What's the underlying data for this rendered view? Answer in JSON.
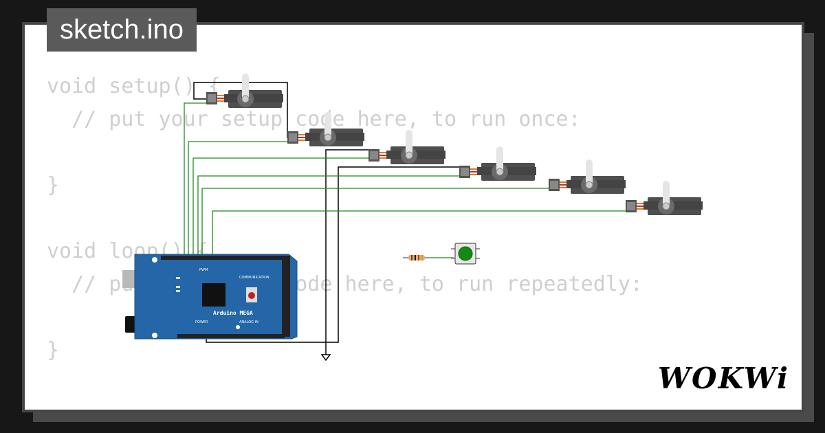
{
  "header": {
    "filename": "sketch.ino"
  },
  "code": {
    "lines": [
      "void setup() {",
      "  // put your setup code here, to run once:",
      "",
      "}",
      "",
      "void loop() {",
      "  // put your main code here, to run repeatedly:",
      "",
      "}"
    ]
  },
  "board": {
    "label": "Arduino MEGA",
    "power_label": "POWER",
    "analog_label": "ANALOG IN",
    "comm_label": "COMMUNICATION",
    "pwm_label": "PWM"
  },
  "brand": {
    "name": "WOKWi"
  },
  "colors": {
    "board": "#2466a8",
    "servo": "#4f4f4f",
    "wire_signal": "#1e8a1e",
    "wire_ground": "#000000",
    "button": "#138a13"
  }
}
